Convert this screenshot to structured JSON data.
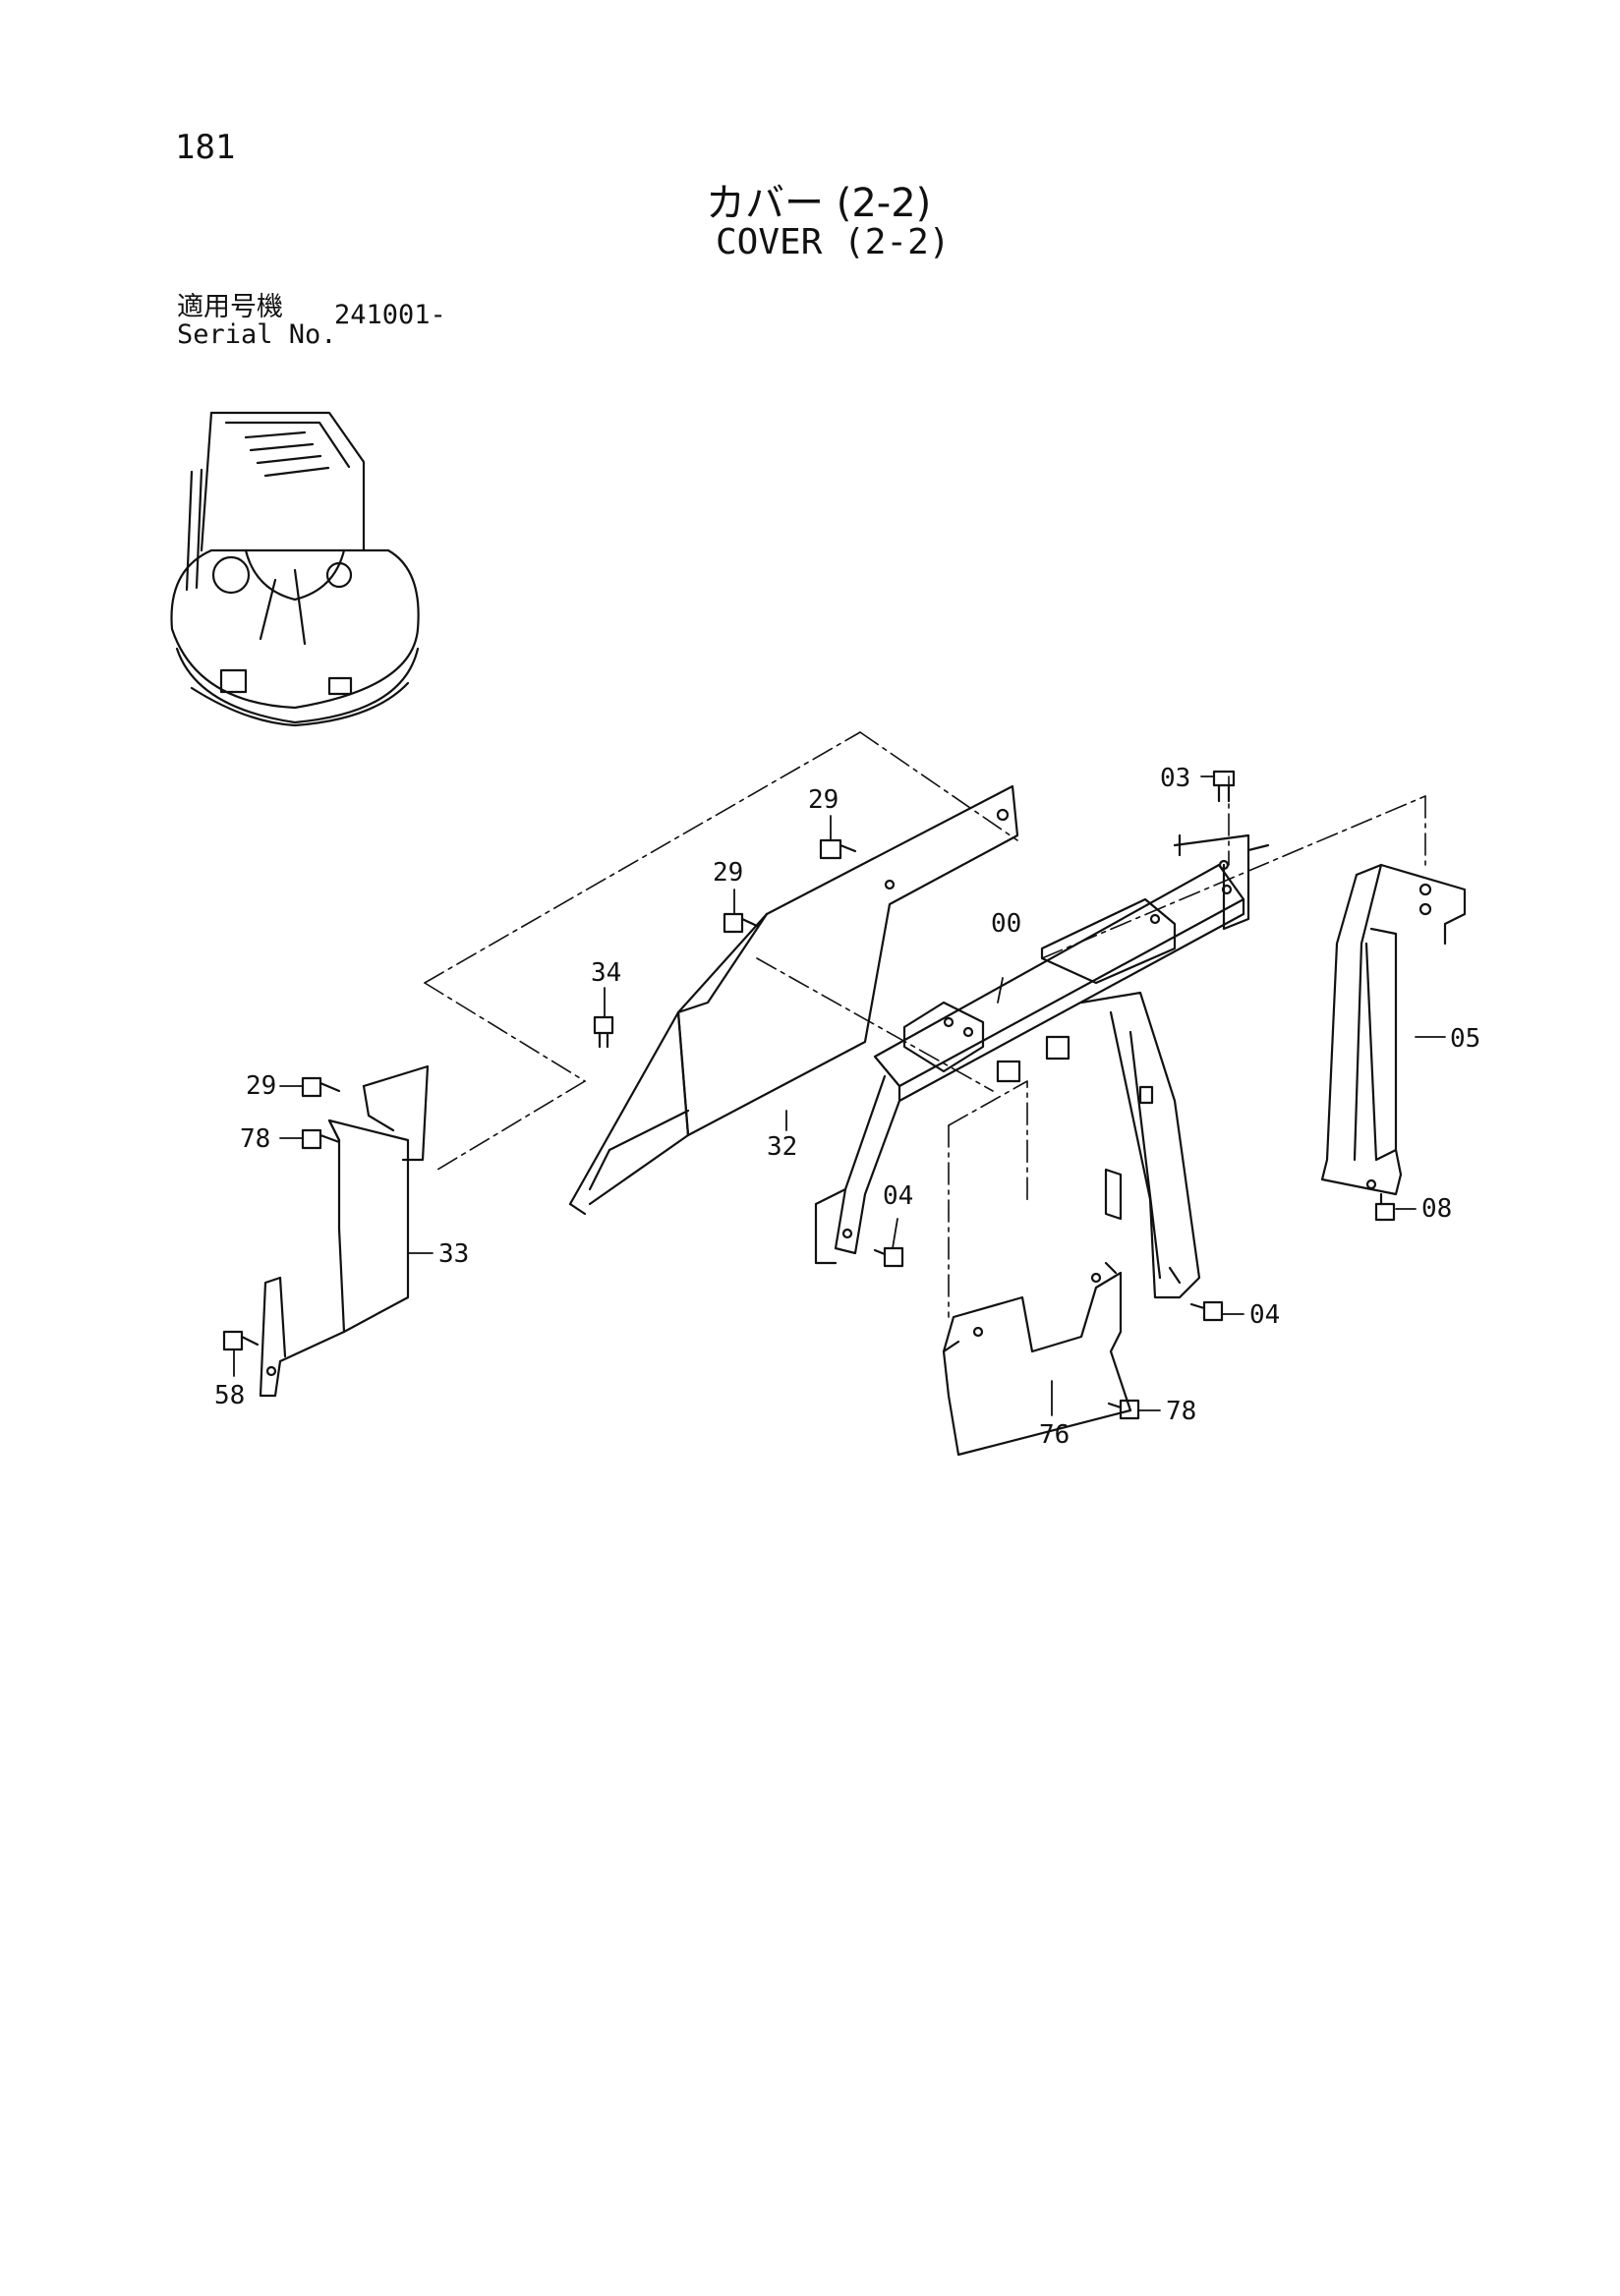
{
  "page_number": "181",
  "title_jp": "カバー (2-2)",
  "title_en": "COVER (2-2)",
  "serial_label_jp": "適用号機",
  "serial_label_en": "Serial No.",
  "serial_value": "241001-",
  "callouts": {
    "c03": "03",
    "c29a": "29",
    "c29b": "29",
    "c00": "00",
    "c34": "34",
    "c05": "05",
    "c29c": "29",
    "c78a": "78",
    "c32": "32",
    "c04a": "04",
    "c08": "08",
    "c33": "33",
    "c04b": "04",
    "c58": "58",
    "c78b": "78",
    "c76": "76"
  }
}
